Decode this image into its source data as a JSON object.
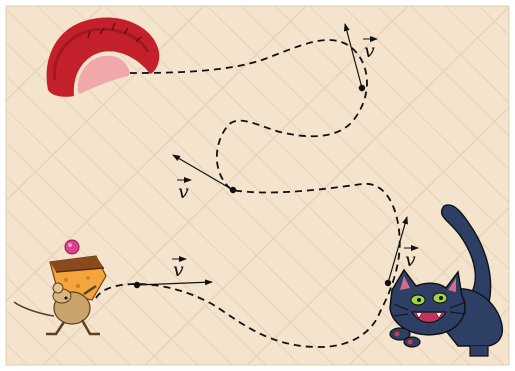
{
  "scene": {
    "colors": {
      "floor": "#f4e3cd",
      "plank_line": "#ead3b6",
      "path": "#111111",
      "mouse_hole_outer": "#c8222e",
      "mouse_hole_inner": "#f2a6a8",
      "cat_body": "#2e3f66",
      "cat_eye": "#9fd23a",
      "mouse_body": "#c9a36a",
      "cheese": "#f3a43c",
      "cake_cherry": "#e0408a"
    },
    "velocity_label": "v",
    "velocity_label_2": "v",
    "velocity_label_3": "v",
    "velocity_label_4": "v",
    "icons": [
      "mouse-hole-icon",
      "mouse-with-cake-icon",
      "cat-icon"
    ]
  }
}
